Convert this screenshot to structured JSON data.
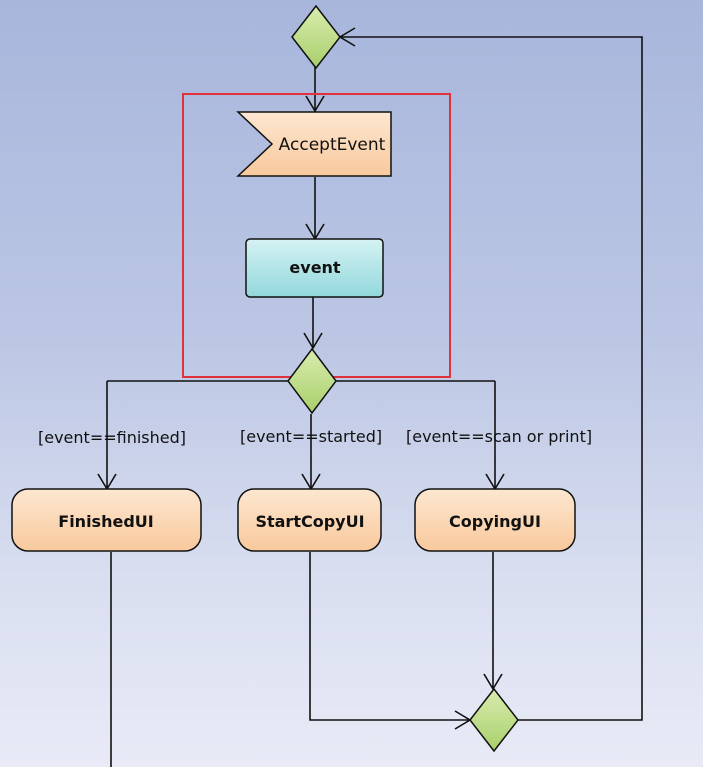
{
  "diagram": {
    "nodes": {
      "accept_event": "AcceptEvent",
      "event_node": "event",
      "finished": "FinishedUI",
      "start_copy": "StartCopyUI",
      "copying": "CopyingUI"
    },
    "guards": {
      "finished": "[event==finished]",
      "started": "[event==started]",
      "scan_or_print": "[event==scan or print]"
    }
  },
  "colors": {
    "accent_frame": "#e0313d",
    "action_fill": "#fbd8b5",
    "object_fill": "#aee3e6",
    "decision_fill": "#c2de8c"
  }
}
